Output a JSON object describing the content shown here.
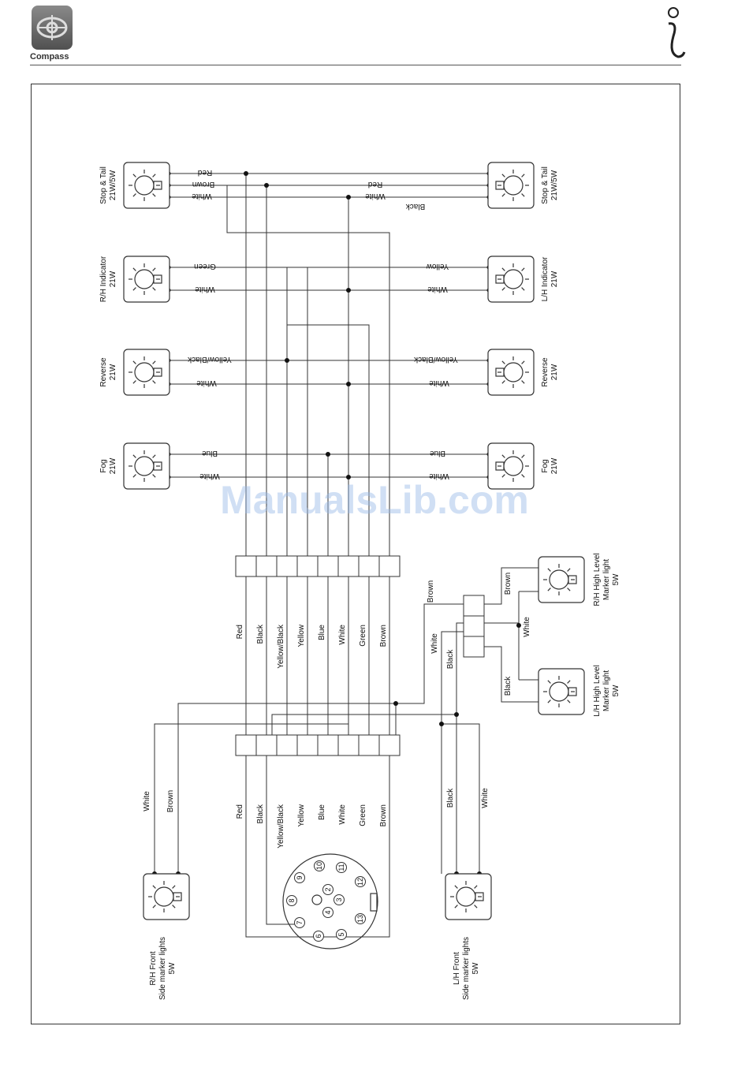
{
  "header": {
    "brand": "Compass",
    "watermark": "ManualsLib.com"
  },
  "lamps_top": {
    "stop_tail_left": [
      "Stop & Tail",
      "21W/5W"
    ],
    "stop_tail_right": [
      "Stop & Tail",
      "21W/5W"
    ],
    "rh_indicator": [
      "R/H Indicator",
      "21W"
    ],
    "lh_indicator": [
      "L/H Indicator",
      "21W"
    ],
    "reverse_left": [
      "Reverse",
      "21W"
    ],
    "reverse_right": [
      "Reverse",
      "21W"
    ],
    "fog_left": [
      "Fog",
      "21W"
    ],
    "fog_right": [
      "Fog",
      "21W"
    ]
  },
  "wire_labels_upper": {
    "red": "Red",
    "brown": "Brown",
    "white": "White",
    "black": "Black",
    "green": "Green",
    "yellow": "Yellow",
    "yellow_black": "Yellow/Black",
    "blue": "Blue"
  },
  "connector_wires": [
    "Red",
    "Black",
    "Yellow/Black",
    "Yellow",
    "Blue",
    "White",
    "Green",
    "Brown"
  ],
  "marker_lights": {
    "rh_high": [
      "R/H High Level",
      "Marker light",
      "5W"
    ],
    "lh_high": [
      "L/H High Level",
      "Marker light",
      "5W"
    ],
    "rh_front": [
      "R/H Front",
      "Side marker lights",
      "5W"
    ],
    "lh_front": [
      "L/H Front",
      "Side marker lights",
      "5W"
    ]
  },
  "marker_wires": {
    "brown": "Brown",
    "white": "White",
    "black": "Black"
  },
  "plug_pins": [
    "9",
    "10",
    "11",
    "8",
    "2",
    "3",
    "12",
    "7",
    "4",
    "13",
    "6",
    "5"
  ]
}
